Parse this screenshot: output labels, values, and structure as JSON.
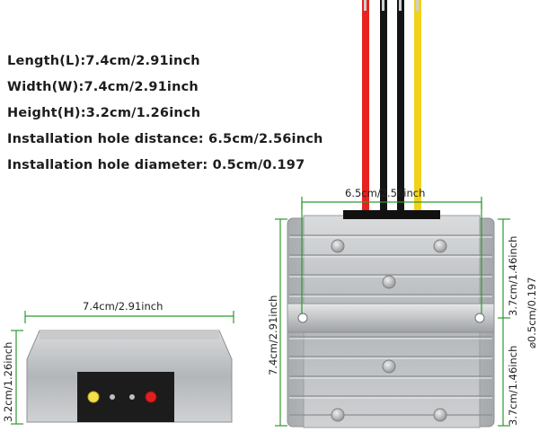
{
  "specs": [
    "Length(L):7.4cm/2.91inch",
    "Width(W):7.4cm/2.91inch",
    "Height(H):3.2cm/1.26inch",
    "Installation hole distance: 6.5cm/2.56inch",
    "Installation hole diameter: 0.5cm/0.197"
  ],
  "dimensions": {
    "front_width": "7.4cm/2.91inch",
    "front_height": "3.2cm/1.26inch",
    "top_hole_distance": "6.5cm/2.56inch",
    "top_width": "7.4cm/2.91inch",
    "right_upper": "3.7cm/1.46inch",
    "right_lower": "3.7cm/1.46inch",
    "hole_diameter": "⌀0.5cm/0.197"
  },
  "wire_colors": [
    "#e8221e",
    "#141414",
    "#141414",
    "#f2d21a"
  ],
  "colors": {
    "dimension_line": "#2e9a2e",
    "housing": "#b9bcbf",
    "panel": "#1c1c1c",
    "led_yellow": "#f3e04a",
    "led_red": "#e02020"
  }
}
